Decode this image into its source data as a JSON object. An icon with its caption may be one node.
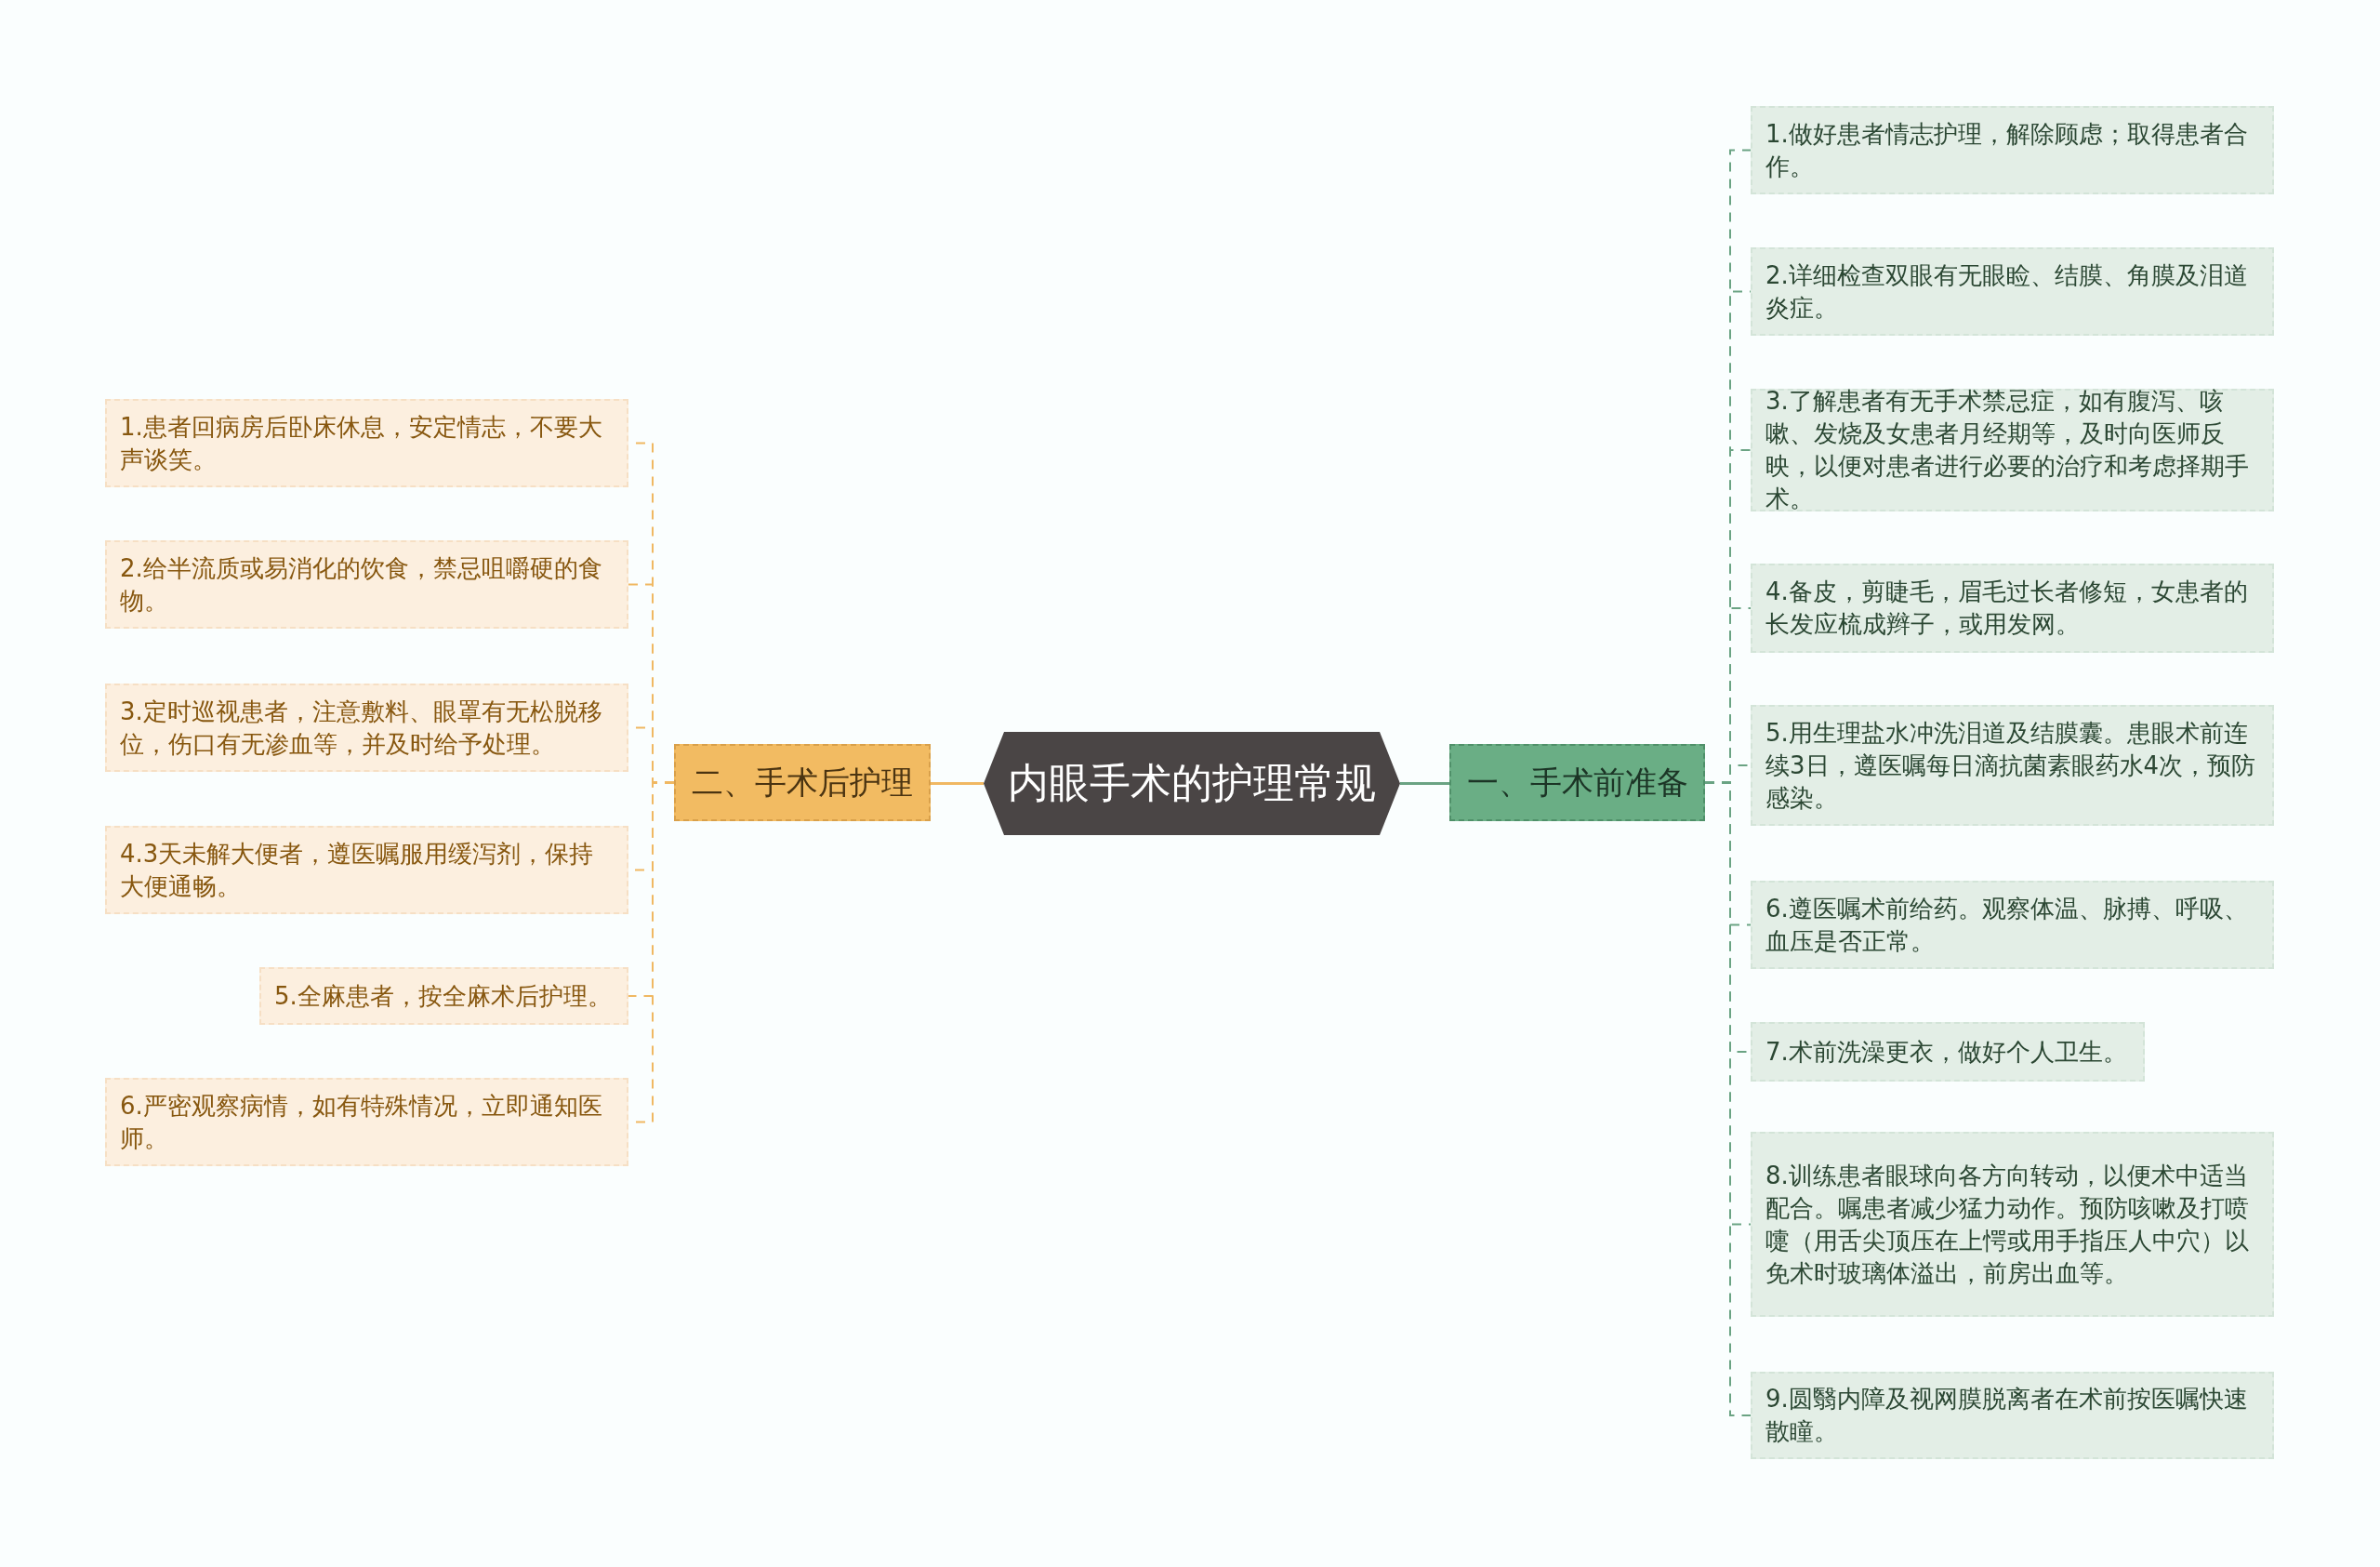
{
  "diagram": {
    "nodes": [
      {
        "text": [
          "内眼手术的护理常规"
        ]
      },
      {
        "text": [
          "一、手术前准备"
        ]
      },
      {
        "text": [
          "1.做好患者情志护理，解除顾虑；取得患者合作。"
        ]
      },
      {
        "text": [
          "2.详细检查双眼有无眼睑、结膜、角膜及泪道炎症。"
        ]
      },
      {
        "text": [
          "3.了解患者有无手术禁忌症，如有腹泻、咳嗽、发烧及女患者月经期等，及时向医师反映，以便对患者进行必要的治疗和考虑择期手术。"
        ]
      },
      {
        "text": [
          "4.备皮，剪睫毛，眉毛过长者修短，女患者的长发应梳成辫子，或用发网。"
        ]
      },
      {
        "text": [
          "5.用生理盐水冲洗泪道及结膜囊。患眼术前连续3日，遵医嘱每日滴抗菌素眼药水4次，预防感染。"
        ]
      },
      {
        "text": [
          "6.遵医嘱术前给药。观察体温、脉搏、呼吸、血压是否正常。"
        ]
      },
      {
        "text": [
          "7.术前洗澡更衣，做好个人卫生。"
        ]
      },
      {
        "text": [
          "8.训练患者眼球向各方向转动，以便术中适当配合。嘱患者减少猛力动作。预防咳嗽及打喷嚏（用舌尖顶压在上愕或用手指压人中穴）以免术时玻璃体溢出，前房出血等。"
        ]
      },
      {
        "text": [
          "9.圆翳内障及视网膜脱离者在术前按医嘱快速散瞳。"
        ]
      },
      {
        "text": [
          "二、手术后护理"
        ]
      },
      {
        "text": [
          "1.患者回病房后卧床休息，安定情志，不要大声谈笑。"
        ]
      },
      {
        "text": [
          "2.给半流质或易消化的饮食，禁忌咀嚼硬的食物。"
        ]
      },
      {
        "text": [
          "3.定时巡视患者，注意敷料、眼罩有无松脱移位，伤口有无渗血等，并及时给予处理。"
        ]
      },
      {
        "text": [
          "4.3天未解大便者，遵医嘱服用缓泻剂，保持大便通畅。"
        ]
      },
      {
        "text": [
          "5.全麻患者，按全麻术后护理。"
        ]
      },
      {
        "text": [
          "6.严密观察病情，如有特殊情况，立即通知医师。"
        ]
      }
    ],
    "edges": [
      {
        "from": 0,
        "to": 1,
        "arrow": "none"
      },
      {
        "from": 1,
        "to": 2,
        "arrow": "none",
        "style": "dashed"
      },
      {
        "from": 1,
        "to": 3,
        "arrow": "none",
        "style": "dashed"
      },
      {
        "from": 1,
        "to": 4,
        "arrow": "none",
        "style": "dashed"
      },
      {
        "from": 1,
        "to": 5,
        "arrow": "none",
        "style": "dashed"
      },
      {
        "from": 1,
        "to": 6,
        "arrow": "none",
        "style": "dashed"
      },
      {
        "from": 1,
        "to": 7,
        "arrow": "none",
        "style": "dashed"
      },
      {
        "from": 1,
        "to": 8,
        "arrow": "none",
        "style": "dashed"
      },
      {
        "from": 1,
        "to": 9,
        "arrow": "none",
        "style": "dashed"
      },
      {
        "from": 1,
        "to": 10,
        "arrow": "none",
        "style": "dashed"
      },
      {
        "from": 0,
        "to": 11,
        "arrow": "none",
        "color": "#f0b862"
      },
      {
        "from": 11,
        "to": 12,
        "arrow": "none",
        "style": "dashed",
        "color": "#f0b862"
      },
      {
        "from": 11,
        "to": 13,
        "arrow": "none",
        "style": "dashed",
        "color": "#f0b862"
      },
      {
        "from": 11,
        "to": 14,
        "arrow": "none",
        "style": "dashed",
        "color": "#f0b862"
      },
      {
        "from": 11,
        "to": 15,
        "arrow": "none",
        "style": "dashed",
        "color": "#f0b862"
      },
      {
        "from": 11,
        "to": 16,
        "arrow": "none",
        "style": "dashed",
        "color": "#f0b862"
      },
      {
        "from": 11,
        "to": 17,
        "arrow": "none",
        "style": "dashed",
        "color": "#f0b862"
      }
    ]
  }
}
